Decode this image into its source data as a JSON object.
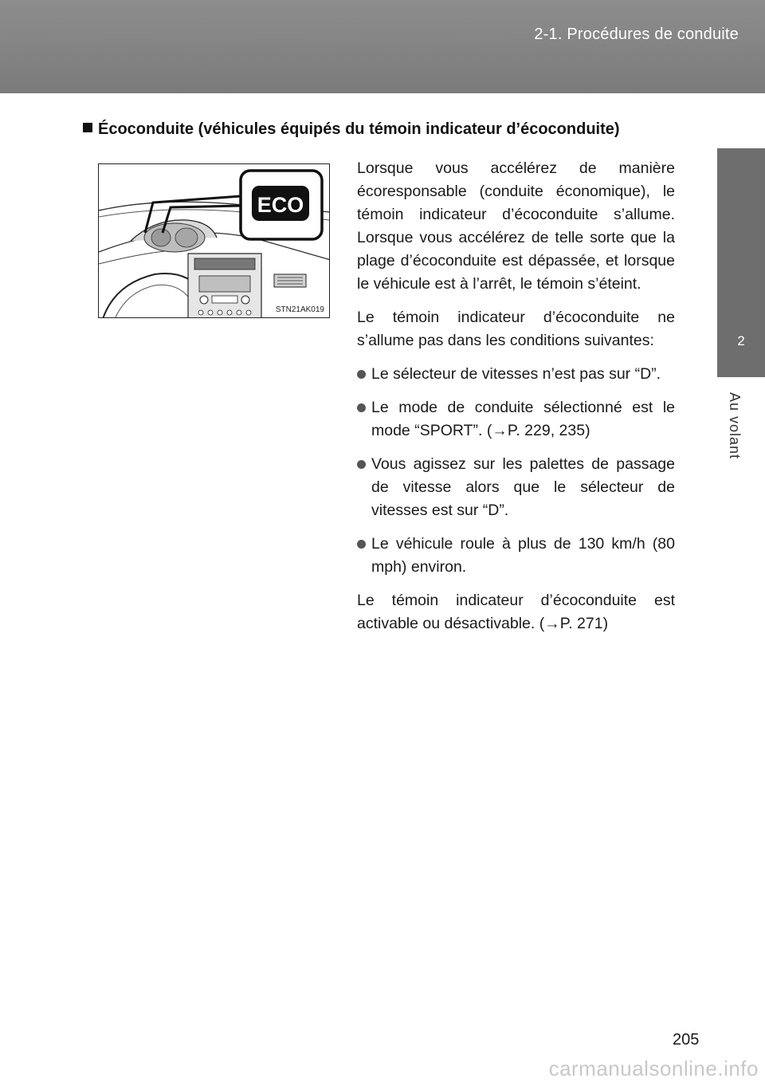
{
  "header": {
    "title": "2-1. Procédures de conduite"
  },
  "side_tab": {
    "number": "2",
    "label": "Au volant"
  },
  "section": {
    "heading": "Écoconduite (véhicules équipés du témoin indicateur d’écoconduite)"
  },
  "figure": {
    "badge": "ECO",
    "code": "STN21AK019"
  },
  "content": {
    "p1": "Lorsque vous accélérez de manière écoresponsable (conduite économique), le témoin indicateur d’écoconduite s’allume. Lorsque vous accélérez de telle sorte que la plage d’écoconduite est dépassée, et lorsque le véhicule est à l’arrêt, le témoin s’éteint.",
    "p2": "Le témoin indicateur d’écoconduite ne s’allume pas dans les conditions suivantes:",
    "bullets": [
      "Le sélecteur de vitesses n’est pas sur “D”.",
      "Le mode de conduite sélectionné est le mode “SPORT”. (→P. 229, 235)",
      "Vous agissez sur les palettes de passage de vitesse alors que le sélecteur de vitesses est sur “D”.",
      "Le véhicule roule à plus de 130 km/h (80 mph) environ."
    ],
    "p3": "Le témoin indicateur d’écoconduite est activable ou désactivable. (→P. 271)"
  },
  "page_number": "205",
  "footer": {
    "watermark": "carmanualsonline.info"
  }
}
